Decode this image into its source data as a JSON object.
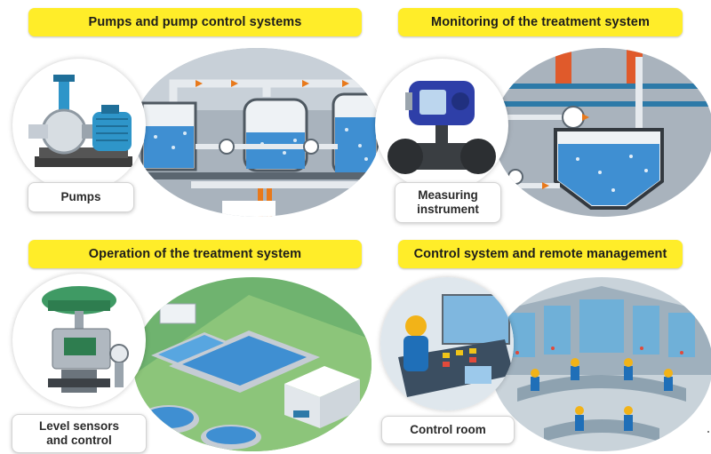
{
  "panels": [
    {
      "title": "Pumps and pump control systems",
      "label": "Pumps",
      "icon": "pump-motor-icon"
    },
    {
      "title": "Monitoring of the treatment system",
      "label": "Measuring\ninstrument",
      "icon": "flow-meter-icon"
    },
    {
      "title": "Operation of the treatment system",
      "label": "Level sensors\nand control",
      "icon": "control-valve-icon"
    },
    {
      "title": "Control system and remote management",
      "label": "Control room",
      "icon": "control-room-icon"
    }
  ],
  "colors": {
    "banner": "#ffed29",
    "water": "#3f8fd2",
    "pipe": "#c5ccd4",
    "steel": "#5b6670",
    "motor": "#2e95c9",
    "arrow": "#e8791b"
  }
}
